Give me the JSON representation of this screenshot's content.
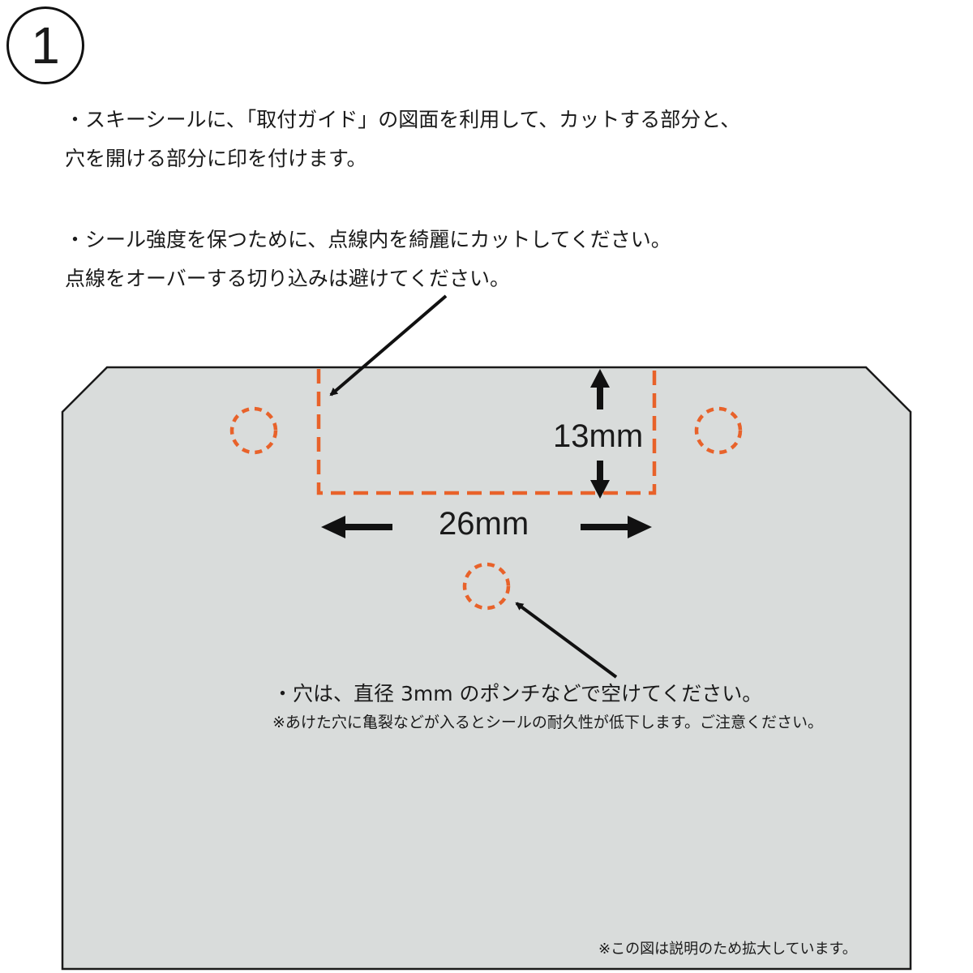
{
  "step_number": "1",
  "instructions": [
    "・スキーシールに、「取付ガイド」の図面を利用して、カットする部分と、",
    "穴を開ける部分に印を付けます。",
    "・シール強度を保つために、点線内を綺麗にカットしてください。",
    "点線をオーバーする切り込みは避けてください。"
  ],
  "diagram": {
    "height_label": "13mm",
    "width_label": "26mm",
    "hole_note": "・穴は、直径 3mm のポンチなどで空けてください。",
    "hole_warning": "※あけた穴に亀裂などが入るとシールの耐久性が低下します。ご注意ください。",
    "scale_note": "※この図は説明のため拡大しています。"
  },
  "colors": {
    "sheet": "#d9dcdb",
    "cut_line": "#e8622a",
    "outline": "#1a1a1a"
  }
}
